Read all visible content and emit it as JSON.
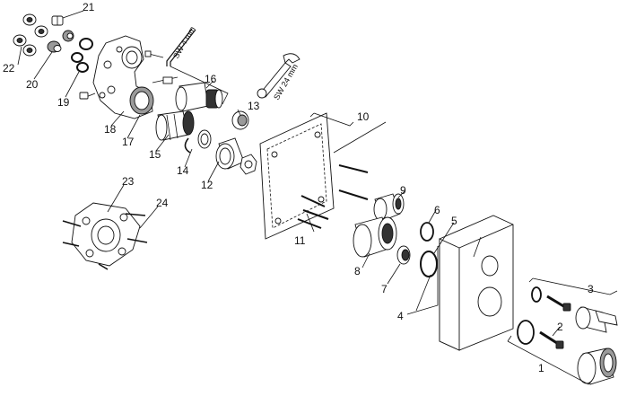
{
  "callouts": [
    "1",
    "2",
    "3",
    "4",
    "5",
    "6",
    "7",
    "8",
    "9",
    "10",
    "11",
    "12",
    "13",
    "14",
    "15",
    "16",
    "17",
    "18",
    "19",
    "20",
    "21",
    "22",
    "23",
    "24"
  ],
  "tool_labels": {
    "small_wrench": "SW 4 mm",
    "large_wrench": "SW 24 mm"
  }
}
